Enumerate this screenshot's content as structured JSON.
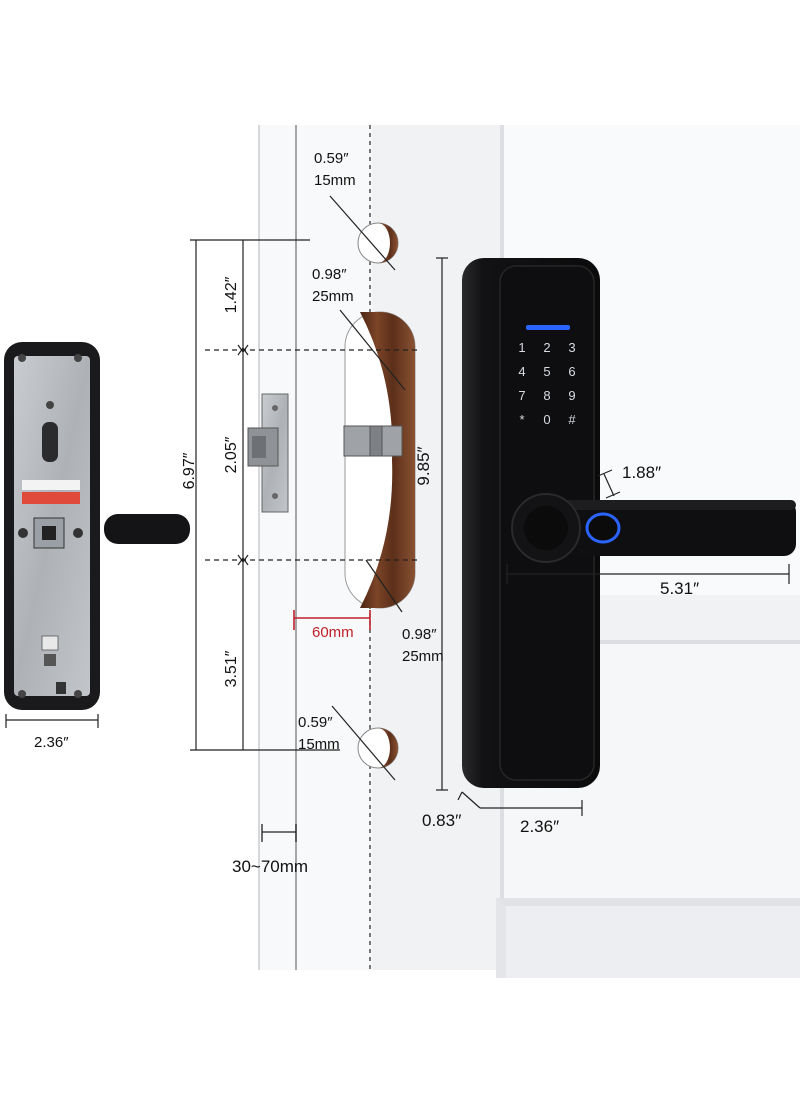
{
  "dimensions": {
    "back_panel_width": "2.36″",
    "height_total": "6.97″",
    "height_top": "1.42″",
    "height_mid": "2.05″",
    "height_bottom": "3.51″",
    "hole_top_small": {
      "inches": "0.59″",
      "mm": "15mm"
    },
    "mortise_top": {
      "inches": "0.98″",
      "mm": "25mm"
    },
    "mortise_bottom": {
      "inches": "0.98″",
      "mm": "25mm"
    },
    "hole_bottom_small": {
      "inches": "0.59″",
      "mm": "15mm"
    },
    "backset": "60mm",
    "door_thickness": "30~70mm",
    "lock_height": "9.85″",
    "handle_offset": "1.88″",
    "handle_length": "5.31″",
    "lock_depth": "0.83′′",
    "lock_width": "2.36″"
  },
  "keypad": {
    "keys": [
      "1",
      "2",
      "3",
      "4",
      "5",
      "6",
      "7",
      "8",
      "9",
      "*",
      "0",
      "#"
    ]
  },
  "colors": {
    "dimension_accent": "#c0202a",
    "lock_body": "#141416",
    "wood": "#6b3a22",
    "led_blue": "#2a64ff",
    "panel_steel": "#b4b8bc"
  }
}
